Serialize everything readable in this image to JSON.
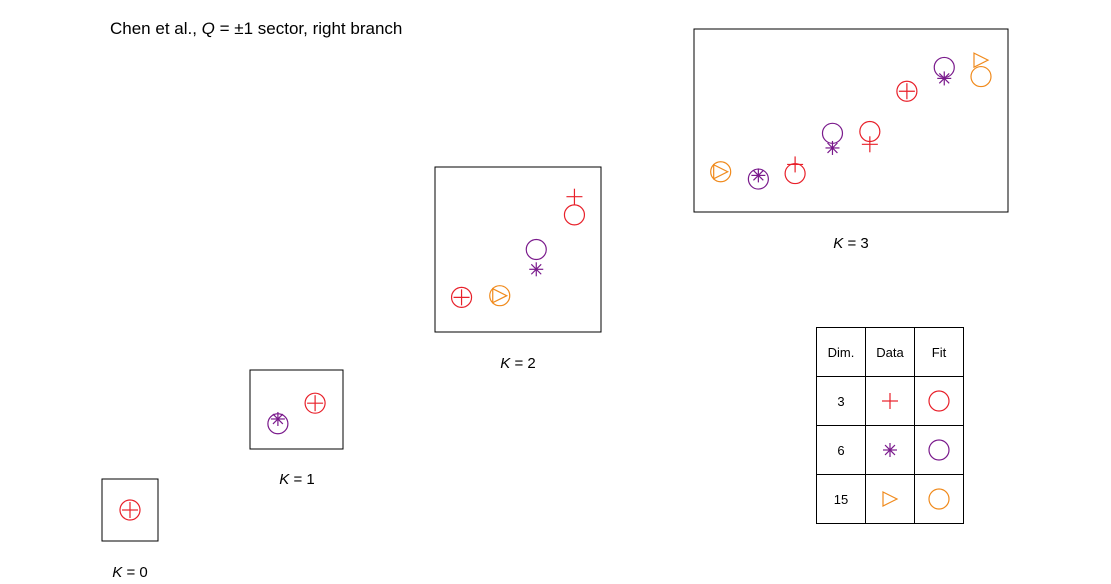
{
  "title": {
    "prefix": "Chen et al., ",
    "q_symbol": "Q",
    "suffix": " = ±1 sector, right branch"
  },
  "chart_data": {
    "type": "scatter",
    "series_styles": [
      {
        "dim": "3",
        "color": "#e8202a",
        "data_marker": "plus",
        "fit_marker": "circle"
      },
      {
        "dim": "6",
        "color": "#7a1a8c",
        "data_marker": "asterisk",
        "fit_marker": "circle"
      },
      {
        "dim": "15",
        "color": "#f08a1c",
        "data_marker": "triangle-right",
        "fit_marker": "circle"
      }
    ],
    "panels": [
      {
        "id": "K0",
        "label_symbol": "K",
        "label_value": " = 0",
        "xlim": [
          0,
          1
        ],
        "ylim": [
          0,
          1
        ],
        "points": [
          {
            "series": "3",
            "kind": "data",
            "x": 0.5,
            "y": 0.5
          },
          {
            "series": "3",
            "kind": "fit",
            "x": 0.5,
            "y": 0.5
          }
        ]
      },
      {
        "id": "K1",
        "label_symbol": "K",
        "label_value": " = 1",
        "xlim": [
          0,
          1
        ],
        "ylim": [
          0,
          1
        ],
        "points": [
          {
            "series": "6",
            "kind": "data",
            "x": 0.3,
            "y": 0.38
          },
          {
            "series": "6",
            "kind": "fit",
            "x": 0.3,
            "y": 0.32
          },
          {
            "series": "3",
            "kind": "data",
            "x": 0.7,
            "y": 0.58
          },
          {
            "series": "3",
            "kind": "fit",
            "x": 0.7,
            "y": 0.58
          }
        ]
      },
      {
        "id": "K2",
        "label_symbol": "K",
        "label_value": " = 2",
        "xlim": [
          0,
          1
        ],
        "ylim": [
          0,
          1
        ],
        "points": [
          {
            "series": "3",
            "kind": "data",
            "x": 0.16,
            "y": 0.21
          },
          {
            "series": "3",
            "kind": "fit",
            "x": 0.16,
            "y": 0.21
          },
          {
            "series": "15",
            "kind": "data",
            "x": 0.39,
            "y": 0.22
          },
          {
            "series": "15",
            "kind": "fit",
            "x": 0.39,
            "y": 0.22
          },
          {
            "series": "6",
            "kind": "data",
            "x": 0.61,
            "y": 0.38
          },
          {
            "series": "6",
            "kind": "fit",
            "x": 0.61,
            "y": 0.5
          },
          {
            "series": "3",
            "kind": "data",
            "x": 0.84,
            "y": 0.82
          },
          {
            "series": "3",
            "kind": "fit",
            "x": 0.84,
            "y": 0.71
          }
        ]
      },
      {
        "id": "K3",
        "label_symbol": "K",
        "label_value": " = 3",
        "xlim": [
          0,
          1
        ],
        "ylim": [
          0,
          1
        ],
        "points": [
          {
            "series": "15",
            "kind": "data",
            "x": 0.085,
            "y": 0.22
          },
          {
            "series": "15",
            "kind": "fit",
            "x": 0.085,
            "y": 0.22
          },
          {
            "series": "6",
            "kind": "data",
            "x": 0.205,
            "y": 0.2
          },
          {
            "series": "6",
            "kind": "fit",
            "x": 0.205,
            "y": 0.18
          },
          {
            "series": "3",
            "kind": "data",
            "x": 0.322,
            "y": 0.26
          },
          {
            "series": "3",
            "kind": "fit",
            "x": 0.322,
            "y": 0.21
          },
          {
            "series": "6",
            "kind": "data",
            "x": 0.441,
            "y": 0.35
          },
          {
            "series": "6",
            "kind": "fit",
            "x": 0.441,
            "y": 0.43
          },
          {
            "series": "3",
            "kind": "data",
            "x": 0.56,
            "y": 0.37
          },
          {
            "series": "3",
            "kind": "fit",
            "x": 0.56,
            "y": 0.44
          },
          {
            "series": "3",
            "kind": "data",
            "x": 0.678,
            "y": 0.66
          },
          {
            "series": "3",
            "kind": "fit",
            "x": 0.678,
            "y": 0.66
          },
          {
            "series": "6",
            "kind": "data",
            "x": 0.797,
            "y": 0.73
          },
          {
            "series": "6",
            "kind": "fit",
            "x": 0.797,
            "y": 0.79
          },
          {
            "series": "15",
            "kind": "data",
            "x": 0.914,
            "y": 0.83
          },
          {
            "series": "15",
            "kind": "fit",
            "x": 0.914,
            "y": 0.74
          }
        ]
      }
    ],
    "legend": {
      "headers": [
        "Dim.",
        "Data",
        "Fit"
      ],
      "rows": [
        {
          "dim": "3"
        },
        {
          "dim": "6"
        },
        {
          "dim": "15"
        }
      ]
    }
  }
}
